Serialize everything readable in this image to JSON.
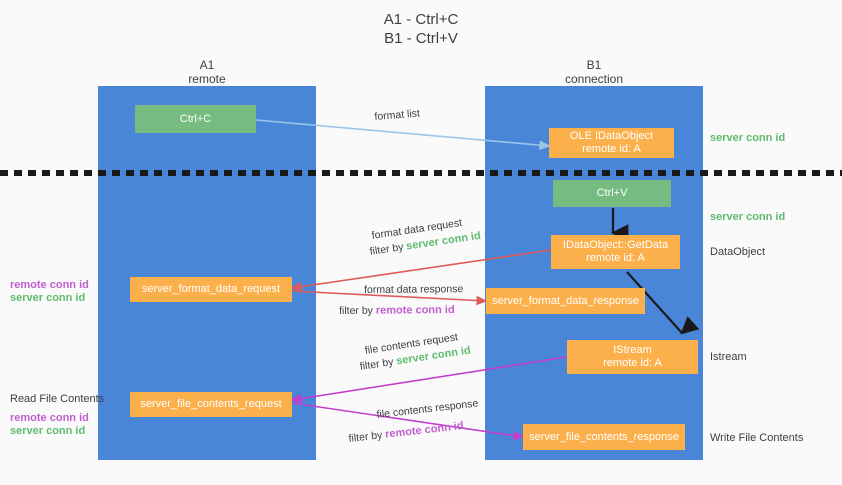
{
  "title": {
    "line1": "A1 - Ctrl+C",
    "line2": "B1 - Ctrl+V"
  },
  "columns": [
    {
      "name": "A1",
      "sub": "remote"
    },
    {
      "name": "B1",
      "sub": "connection"
    }
  ],
  "nodes": {
    "ctrl_c": "Ctrl+C",
    "ctrl_v": "Ctrl+V",
    "ole_idataobject_l1": "OLE IDataObject",
    "ole_idataobject_l2": "remote id: A",
    "getdata_l1": "IDataObject::GetData",
    "getdata_l2": "remote id: A",
    "istream_l1": "IStream",
    "istream_l2": "remote id: A",
    "server_format_data_request": "server_format_data_request",
    "server_format_data_response": "server_format_data_response",
    "server_file_contents_request": "server_file_contents_request",
    "server_file_contents_response": "server_file_contents_response"
  },
  "edges": {
    "format_list": "format list",
    "format_data_request": "format data request",
    "format_data_request_filter_prefix": "filter by ",
    "format_data_request_filter_key": "server conn id",
    "format_data_response": "format data response",
    "format_data_response_filter_prefix": "filter by ",
    "format_data_response_filter_key": "remote conn id",
    "file_contents_request": "file contents request",
    "file_contents_request_filter_prefix": "filter by ",
    "file_contents_request_filter_key": "server conn id",
    "file_contents_response": "file contents response",
    "file_contents_response_filter_prefix": "filter by ",
    "file_contents_response_filter_key": "remote conn id"
  },
  "right_labels": {
    "server_conn_id_top": "server conn id",
    "server_conn_id_mid": "server conn id",
    "dataobject": "DataObject",
    "istream": "Istream",
    "write_file_contents": "Write File Contents"
  },
  "left_labels": {
    "remote_conn_id_1": "remote conn id",
    "server_conn_id_1": "server conn id",
    "read_file_contents": "Read File Contents",
    "remote_conn_id_2": "remote conn id",
    "server_conn_id_2": "server conn id"
  },
  "colors": {
    "lane": "#4a86d8",
    "green_node": "#76bb7f",
    "orange_node": "#fbb04c",
    "green_text": "#5fbb6e",
    "purple_text": "#c15fd0",
    "blue_arrow": "#9cc5ea",
    "red_arrow": "#e05a5a",
    "magenta_arrow": "#c43fc9",
    "black_arrow": "#1a1a1a",
    "background": "#fafafa"
  }
}
